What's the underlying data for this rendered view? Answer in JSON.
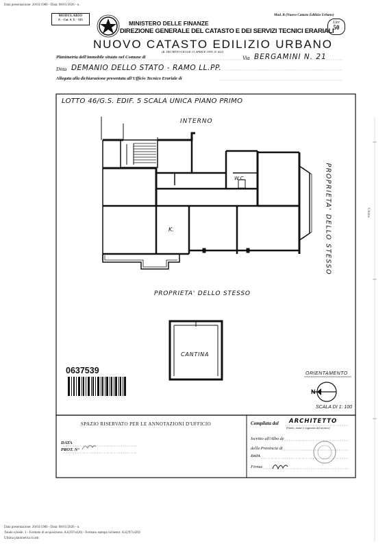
{
  "stamps": {
    "top_line": "Data presentazione: 20/03/1980 - Data: 08/01/2026 - n.",
    "bottom_line_1": "Data presentazione: 20/03/1980 - Data: 08/01/2026 - n.",
    "bottom_line_2": "Totale schede: 1 - Formato di acquisizione: A3(297x420) - Formato stampa richiesto: A3(297x420)",
    "bottom_line_3": "Ultima planimetria in atti",
    "side_label": "Ultima"
  },
  "header": {
    "modulario_title": "MODULARIO",
    "modulario_code": "F. - Cat. S. T. - 315",
    "ministry": "MINISTERO DELLE FINANZE",
    "direction": "DIREZIONE GENERALE DEL CATASTO E DEI SERVIZI TECNICI ERARIALI",
    "title": "NUOVO CATASTO EDILIZIO URBANO",
    "subtitle": "(R. DECRETO-LEGGE 13 APRILE 1939, N. 652)",
    "mod_label": "Mod. B (Nuovo Catasto Edilizio Urbano)",
    "lire_label": "Lire",
    "lire_value": "50"
  },
  "form": {
    "planimetria_label": "Planimetria dell'immobile situato nel Comune di",
    "via_label": "Via",
    "via_value": "BERGAMINI N. 21",
    "ditta_label": "Ditta",
    "ditta_value": "DEMANIO DELLO STATO - RAMO LL.PP.",
    "allegata_label": "Allegata alla dichiarazione presentata all'Ufficio Tecnico Erariale di"
  },
  "plan": {
    "lotto_label": "LOTTO 46/G.S. EDIF. 5 SCALA UNICA PIANO PRIMO",
    "interno_label": "INTERNO",
    "wc_label": "W.C.",
    "kitchen_label": "K.",
    "right_label": "PROPRIETA' DELLO STESSO",
    "bottom_label": "PROPRIETA' DELLO STESSO",
    "cantina_label": "CANTINA",
    "orientamento_label": "ORIENTAMENTO",
    "north_label": "N",
    "scala_label": "SCALA DI 1: 100",
    "barcode_number": "0637539"
  },
  "footer": {
    "spazio_title": "SPAZIO RISERVATO PER LE ANNOTAZIONI D'UFFICIO",
    "data_label": "DATA",
    "prot_label": "PROT. N°",
    "compilata_label": "Compilata dal",
    "compilata_value": "ARCHITETTO",
    "compilata_note": "(Titolo, nome e cognome del tecnico)",
    "iscritto_label": "Iscritto all'Albo de",
    "provincia_label": "della Provincia di",
    "data_row_label": "DATA",
    "firma_label": "Firma:"
  }
}
